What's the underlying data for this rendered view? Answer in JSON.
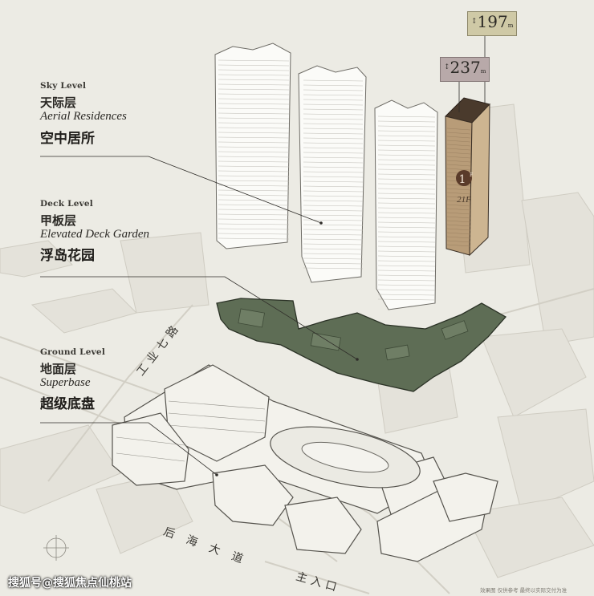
{
  "levels": {
    "sky": {
      "en_small": "Sky Level",
      "zh": "天际层",
      "en_italic": "Aerial Residences",
      "zh_big": "空中居所"
    },
    "deck": {
      "en_small": "Deck Level",
      "zh": "甲板层",
      "en_italic": "Elevated Deck Garden",
      "zh_big": "浮岛花园"
    },
    "ground": {
      "en_small": "Ground Level",
      "zh": "地面层",
      "en_italic": "Superbase",
      "zh_big": "超级底盘"
    }
  },
  "roads": {
    "road_1": "工业七路",
    "road_2": "后海大道",
    "entrance": "主入口"
  },
  "tower_tags": {
    "height_197": "197",
    "height_237": "237",
    "floor_sup": "F",
    "floors": "21F",
    "building_number": "1"
  },
  "footer": {
    "watermark": "搜狐号@搜狐焦点仙桃站",
    "note": "效果图 仅供参考 最终以实际交付为准"
  },
  "colors": {
    "background": "#ecebe4",
    "deck_green": "#5e6d55",
    "tower_brown": "#b59a77",
    "tag_197": "#cfc9a6",
    "tag_237": "#b8a9a9"
  }
}
